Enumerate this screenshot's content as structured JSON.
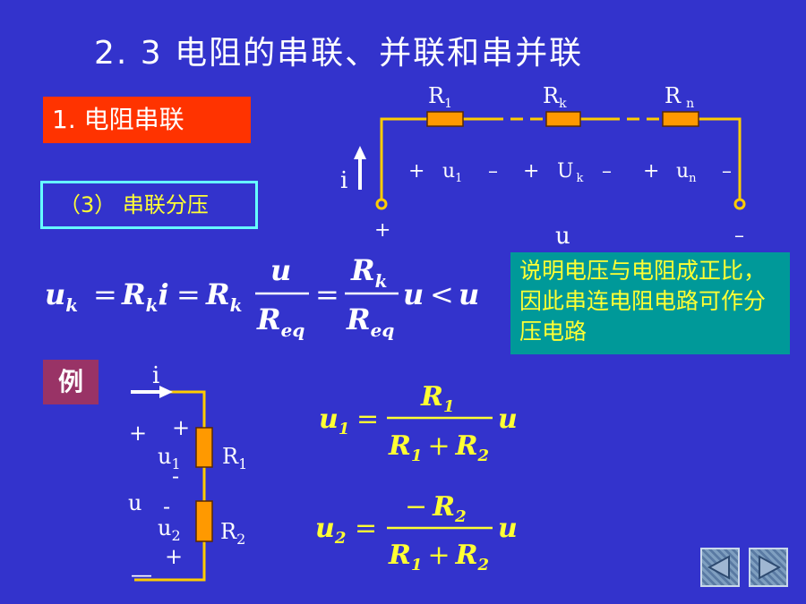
{
  "slide": {
    "title": "2. 3   电阻的串联、并联和串并联",
    "section_label": "1. 电阻串联",
    "subsection_label": "（3） 串联分压",
    "note": "说明电压与电阻成正比，因此串连电阻电路可作分压电路",
    "example_label": "例"
  },
  "top_circuit": {
    "resistors": [
      {
        "name": "R",
        "sub": "1"
      },
      {
        "name": "R",
        "sub": "k"
      },
      {
        "name": "R",
        "sub": "n"
      }
    ],
    "current_label": "i",
    "plus_sign": "+",
    "minus_sign": "–",
    "total_voltage_label": "u",
    "voltages": [
      {
        "name": "u",
        "sub": "1"
      },
      {
        "name": "U",
        "sub": "k"
      },
      {
        "name": "u",
        "sub": "n"
      }
    ]
  },
  "main_formula": {
    "lhs_var": "u",
    "lhs_sub": "k",
    "eq": "=",
    "r_var": "R",
    "r_sub": "k",
    "i_var": "i",
    "frac1_num": "u",
    "frac_den_var": "R",
    "frac_den_sub": "eq",
    "frac2_num_var": "R",
    "frac2_num_sub": "k",
    "u_var": "u",
    "lt": "<"
  },
  "example_circuit": {
    "current_label": "i",
    "outer_plus": "+",
    "outer_minus": "—",
    "total_voltage_label": "u",
    "r1_plus": "+",
    "u1": {
      "name": "u",
      "sub": "1"
    },
    "r1_minus": "-",
    "r2_minus": "-",
    "u2": {
      "name": "u",
      "sub": "2"
    },
    "r2_plus": "+",
    "r1_label": {
      "name": "R",
      "sub": "1"
    },
    "r2_label": {
      "name": "R",
      "sub": "2"
    }
  },
  "formula_u1": {
    "lhs": "u",
    "lhs_sub": "1",
    "eq": "=",
    "num": "R",
    "num_sub": "1",
    "den_a": "R",
    "den_a_sub": "1",
    "plus": "+",
    "den_b": "R",
    "den_b_sub": "2",
    "rhs": "u"
  },
  "formula_u2": {
    "lhs": "u",
    "lhs_sub": "2",
    "eq": "=",
    "num_sign": "−",
    "num": "R",
    "num_sub": "2",
    "den_a": "R",
    "den_a_sub": "1",
    "plus": "+",
    "den_b": "R",
    "den_b_sub": "2",
    "rhs": "u"
  },
  "colors": {
    "background": "#3333cc",
    "wire": "#ffcc00",
    "resistor": "#ff9900",
    "section_box": "#ff3300",
    "note_box": "#009999",
    "note_text": "#ffff33",
    "example_box": "#993366",
    "formula_yellow": "#ffff33"
  },
  "nav": {
    "prev_icon": "triangle-left-icon",
    "next_icon": "triangle-right-icon"
  }
}
